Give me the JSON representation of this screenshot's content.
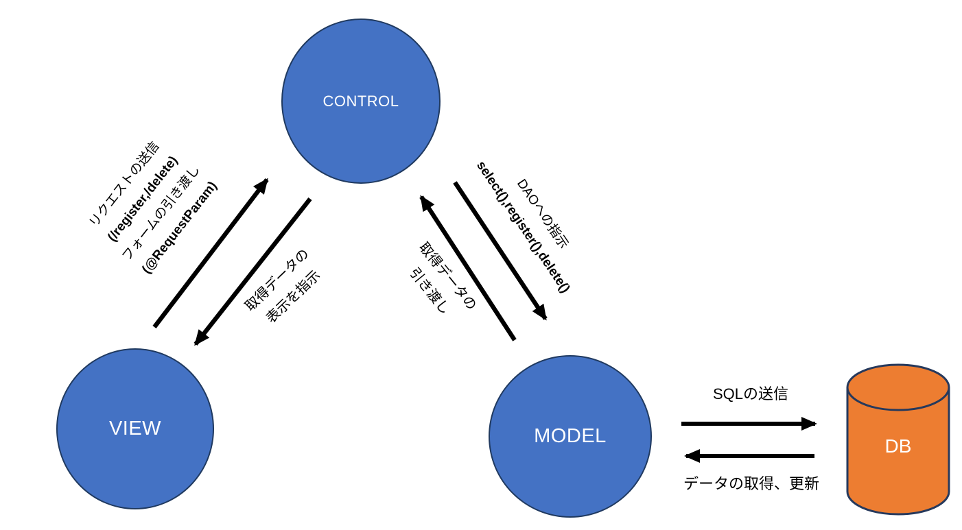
{
  "nodes": {
    "control": {
      "label": "CONTROL"
    },
    "view": {
      "label": "VIEW"
    },
    "model": {
      "label": "MODEL"
    },
    "db": {
      "label": "DB"
    }
  },
  "edges": {
    "view_to_control": {
      "lines": [
        "リクエストの送信",
        "(/register,/delete)",
        "フォームの引き渡し",
        "(@RequestParam)"
      ]
    },
    "control_to_view": {
      "lines": [
        "取得データの",
        "表示を指示"
      ]
    },
    "control_to_model": {
      "lines": [
        "DAOへの指示",
        "select(),register(),delete()"
      ]
    },
    "model_to_control": {
      "lines": [
        "取得データの",
        "引き渡し"
      ]
    },
    "model_to_db": {
      "label": "SQLの送信"
    },
    "db_to_model": {
      "label": "データの取得、更新"
    }
  },
  "colors": {
    "node_fill": "#4472C4",
    "node_border": "#203A60",
    "db_fill": "#ED7D31",
    "db_border": "#26395C",
    "arrow": "#000000",
    "node_text": "#FFFFFF",
    "label_text": "#000000",
    "background": "#FFFFFF"
  }
}
